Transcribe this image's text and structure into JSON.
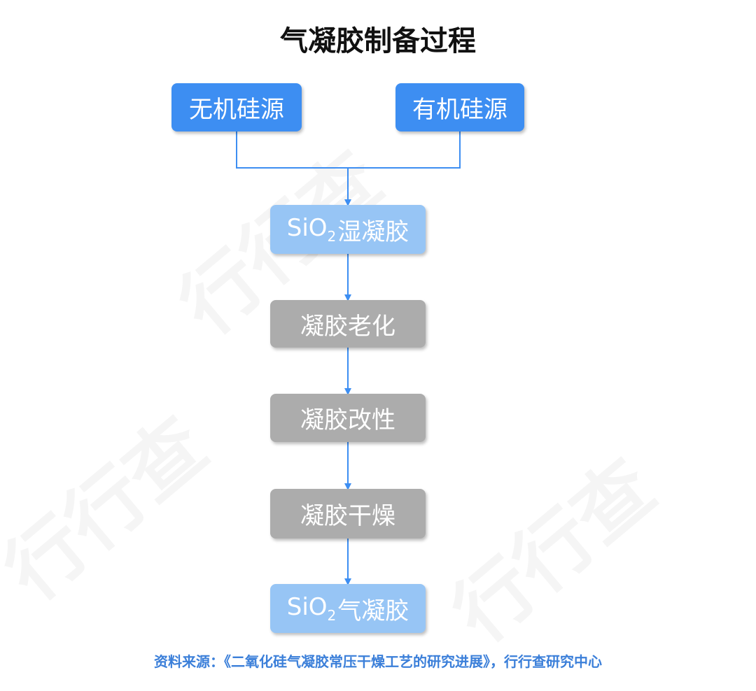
{
  "title": "气凝胶制备过程",
  "nodes": {
    "inorganic_source": "无机硅源",
    "organic_source": "有机硅源",
    "wet_gel": {
      "formula_main": "SiO",
      "formula_sub": "2",
      "label": "湿凝胶"
    },
    "aging": "凝胶老化",
    "modification": "凝胶改性",
    "drying": "凝胶干燥",
    "aerogel": {
      "formula_main": "SiO",
      "formula_sub": "2",
      "label": "气凝胶"
    }
  },
  "source_note": "资料来源：《二氧化硅气凝胶常压干燥工艺的研究进展》，行行查研究中心",
  "colors": {
    "source_box": "#3d8ef2",
    "silica_box": "#97c5f5",
    "process_box": "#acacac",
    "connector": "#3d8ef2",
    "source_text": "#3b7fd9"
  }
}
